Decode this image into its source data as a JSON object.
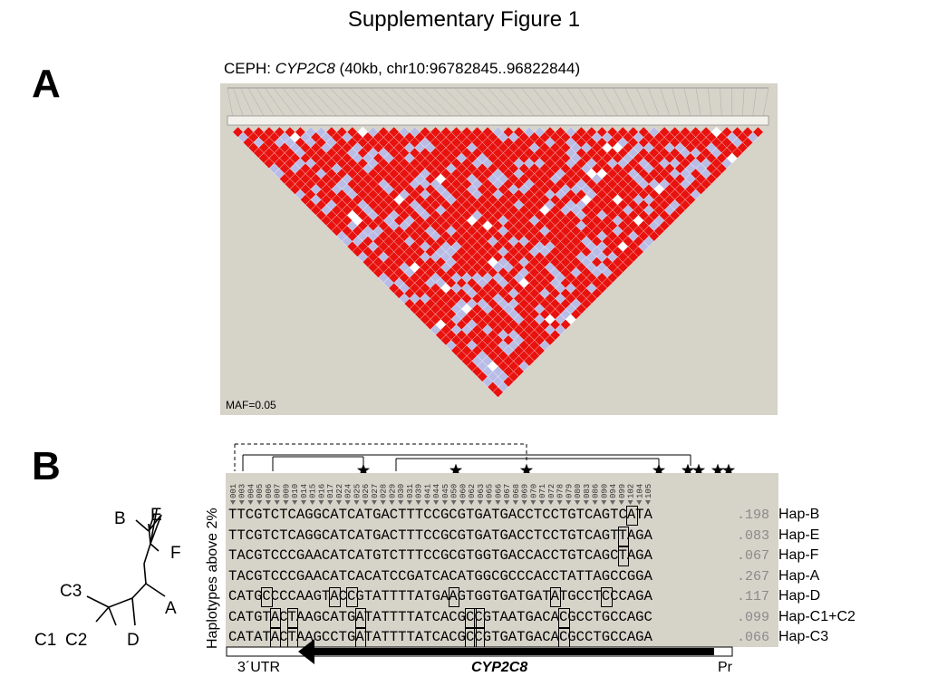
{
  "figure": {
    "title": "Supplementary Figure 1",
    "panel_a_letter": "A",
    "panel_b_letter": "B"
  },
  "ld_plot": {
    "caption_prefix": "CEPH: ",
    "caption_gene": "CYP2C8",
    "caption_suffix": " (40kb, chr10:96782845..96822844)",
    "maf_label": "MAF=0.05",
    "colors": {
      "strong_ld": "#e8120f",
      "weak_ld": "#b9bde6",
      "low_ld": "#ffffff",
      "background": "#d6d3c9"
    }
  },
  "haplotypes": {
    "axis_label": "Haplotypes above 2%",
    "snp_ids": [
      "001",
      "003",
      "004",
      "005",
      "006",
      "007",
      "009",
      "010",
      "014",
      "015",
      "016",
      "017",
      "022",
      "024",
      "025",
      "026",
      "027",
      "028",
      "029",
      "030",
      "031",
      "039",
      "041",
      "044",
      "045",
      "050",
      "060",
      "062",
      "063",
      "065",
      "066",
      "067",
      "068",
      "069",
      "070",
      "071",
      "072",
      "078",
      "079",
      "080",
      "083",
      "086",
      "090",
      "094",
      "099",
      "102",
      "104",
      "105"
    ],
    "rows": [
      {
        "seq": "TTCGTCTCAGGCATCATGACTTTCCGCGTGATGACCTCCTGTCAGTCATA",
        "freq": ".198",
        "name": "Hap-B"
      },
      {
        "seq": "TTCGTCTCAGGCATCATGACTTTCCGCGTGATGACCTCCTGTCAGTTAGA",
        "freq": ".083",
        "name": "Hap-E"
      },
      {
        "seq": "TACGTCCCGAACATCATGTCTTTCCGCGTGGTGACCACCTGTCAGCTAGA",
        "freq": ".067",
        "name": "Hap-F"
      },
      {
        "seq": "TACGTCCCGAACATCACATCCGATCACATGGCGCCCACCTATTAGCCGGA",
        "freq": ".267",
        "name": "Hap-A"
      },
      {
        "seq": "CATGCCCCAAGTACCGTATTTTATGAAGTGGTGATGATATGCCTCCCAGA",
        "freq": ".117",
        "name": "Hap-D"
      },
      {
        "seq": "CATGTACTAAGCATGATATTTTATCACGCCGTAATGACACGCCTGCCAGC",
        "freq": ".099",
        "name": "Hap-C1+C2"
      },
      {
        "seq": "CATATACTAAGCCTGATATTTTATCACGCCGTGATGACACGCCTGCCAGA",
        "freq": ".066",
        "name": "Hap-C3"
      }
    ],
    "gene_track": {
      "left_label": "3´UTR",
      "gene": "CYP2C8",
      "right_label": "Pr"
    }
  },
  "tree": {
    "labels": [
      "B",
      "E",
      "F",
      "C3",
      "A",
      "C1",
      "C2",
      "D"
    ]
  }
}
